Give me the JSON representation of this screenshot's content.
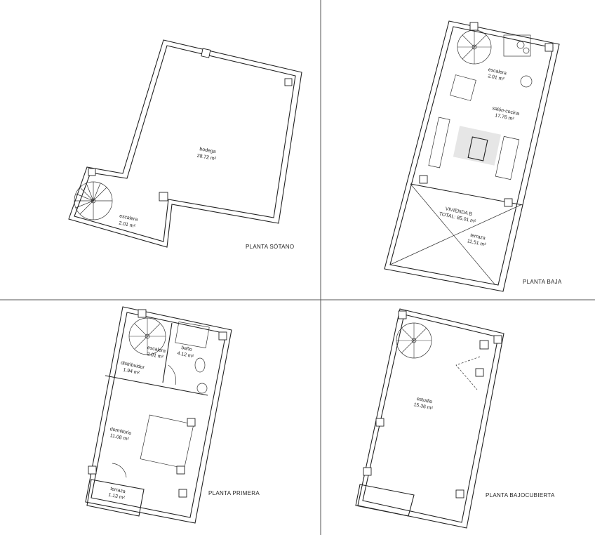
{
  "sotano": {
    "title": "PLANTA SÓTANO",
    "rooms": [
      {
        "name": "bodega",
        "area": "28.72 m²"
      },
      {
        "name": "escalera",
        "area": "2.01 m²"
      }
    ]
  },
  "baja": {
    "title": "PLANTA BAJA",
    "rooms": [
      {
        "name": "escalera",
        "area": "2.01 m²"
      },
      {
        "name": "salón-cocina",
        "area": "17.76 m²"
      },
      {
        "name": "terraza",
        "area": "11.51 m²"
      }
    ],
    "total_label": "VIVIENDA B",
    "total_value": "TOTAL: 85.01 m²"
  },
  "primera": {
    "title": "PLANTA PRIMERA",
    "rooms": [
      {
        "name": "escalera",
        "area": "2.01 m²"
      },
      {
        "name": "baño",
        "area": "4.12 m²"
      },
      {
        "name": "distribuidor",
        "area": "1.94 m²"
      },
      {
        "name": "dormitorio",
        "area": "11.08 m²"
      },
      {
        "name": "terraza",
        "area": "1.13 m²"
      }
    ]
  },
  "bajocubierta": {
    "title": "PLANTA BAJOCUBIERTA",
    "rooms": [
      {
        "name": "estudio",
        "area": "15.36 m²"
      }
    ]
  }
}
